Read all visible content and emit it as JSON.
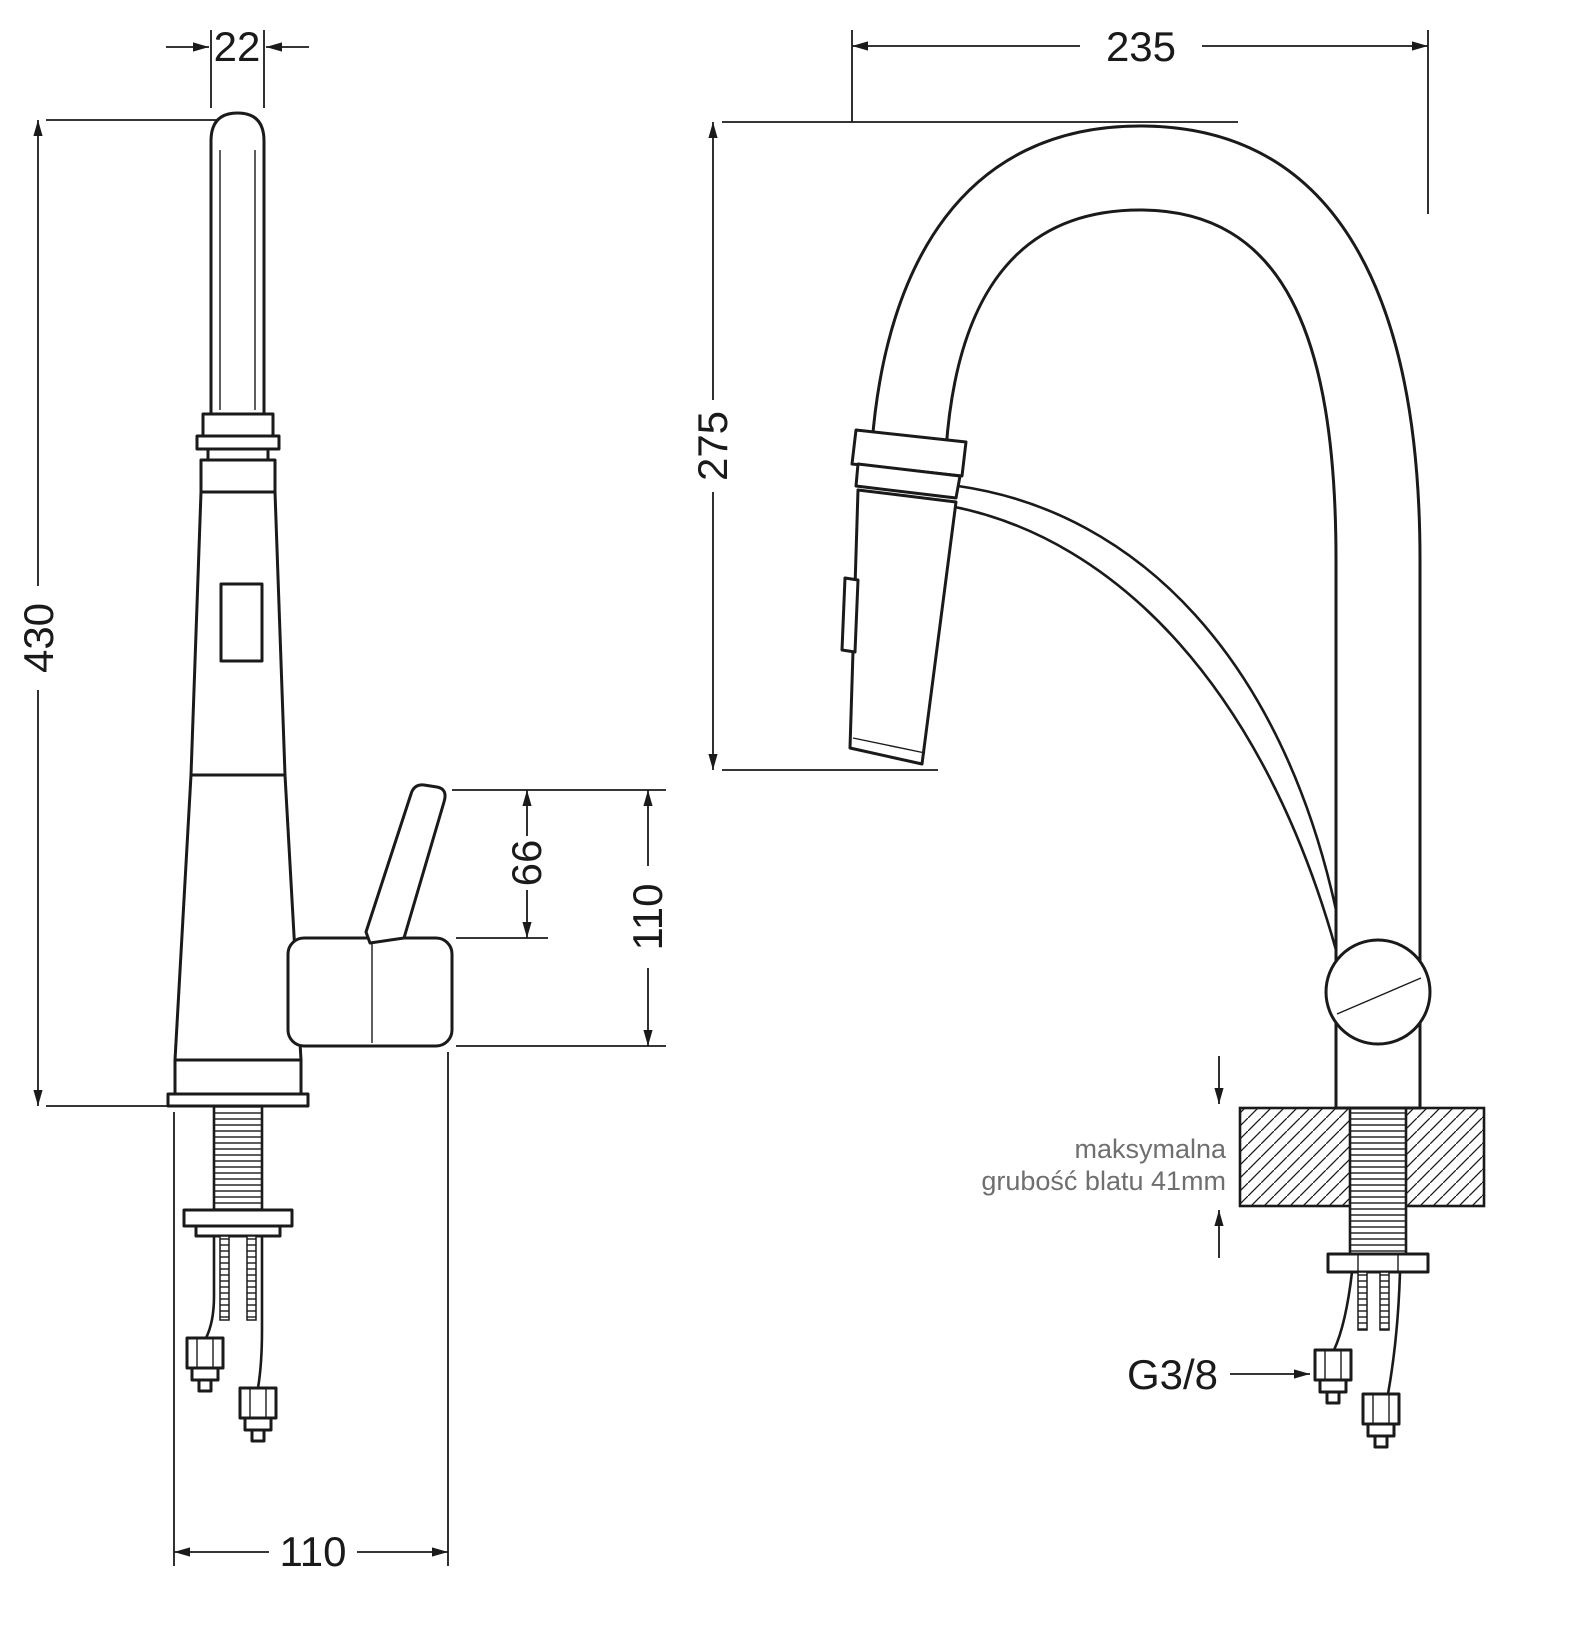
{
  "meta": {
    "title": "Kitchen faucet dimensional drawing",
    "background": "#ffffff",
    "line_color": "#1a1a1a",
    "note_color": "#6f6f6f"
  },
  "front_view": {
    "dim_spout_width": "22",
    "dim_total_height": "430",
    "dim_lever_height": "66",
    "dim_handle_height": "110",
    "dim_base_width": "110"
  },
  "side_view": {
    "dim_reach": "235",
    "dim_spout_height": "275",
    "note_line1": "maksymalna",
    "note_line2": "grubość blatu 41mm",
    "thread_label": "G3/8"
  }
}
